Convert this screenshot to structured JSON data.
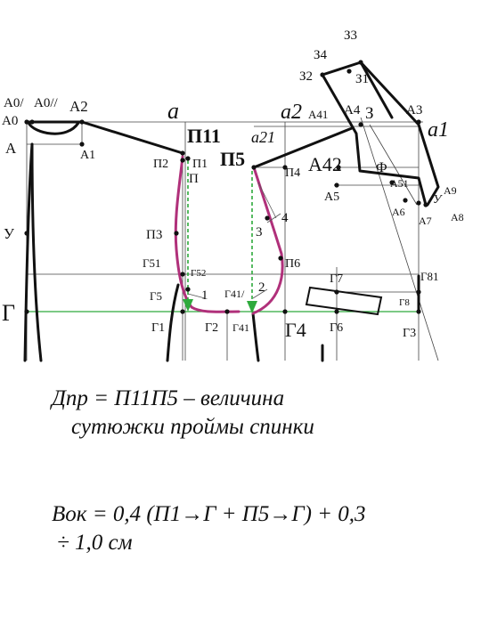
{
  "labels": {
    "A0p": "A0/",
    "A0pp": "A0//",
    "A0": "A0",
    "A2": "A2",
    "A": "A",
    "A1": "A1",
    "a": "a",
    "a2": "a2",
    "A41": "A41",
    "A4": "A4",
    "Z": "З",
    "A3": "A3",
    "a1": "a1",
    "Z1": "З1",
    "Z2": "З2",
    "Z3": "З3",
    "Z4": "З4",
    "P11": "П11",
    "P1": "П1",
    "P2": "П2",
    "P": "П",
    "P5": "П5",
    "a21": "a21",
    "P4": "П4",
    "A42": "A42",
    "F": "Ф",
    "A51": "A51",
    "A5": "A5",
    "A6": "A6",
    "A9": "A9",
    "Y": "У",
    "A7": "A7",
    "A8": "A8",
    "U": "У",
    "P3": "П3",
    "n3": "3",
    "n4": "4",
    "G51": "Г51",
    "G52": "Г52",
    "P6": "П6",
    "G7": "Г7",
    "G81": "Г81",
    "Gs": "Г5",
    "n1": "1",
    "G41p": "Г41/",
    "n2": "2",
    "G8": "Г8",
    "Gbig": "Г",
    "G1": "Г1",
    "G2": "Г2",
    "G41": "Г41",
    "G4": "Г4",
    "G6": "Г6",
    "G3": "Г3"
  },
  "formulas": {
    "f1_line1": "Дпр = П11П5 – величина",
    "f1_line2": "сутюжки проймы спинки",
    "f2_line1": "Вок = 0,4 (П1→Г + П5→Г) + 0,3",
    "f2_line2": "÷ 1,0 см"
  },
  "colors": {
    "armhole": "#b0307a",
    "guide": "#2eaa3c",
    "line": "#111111"
  }
}
